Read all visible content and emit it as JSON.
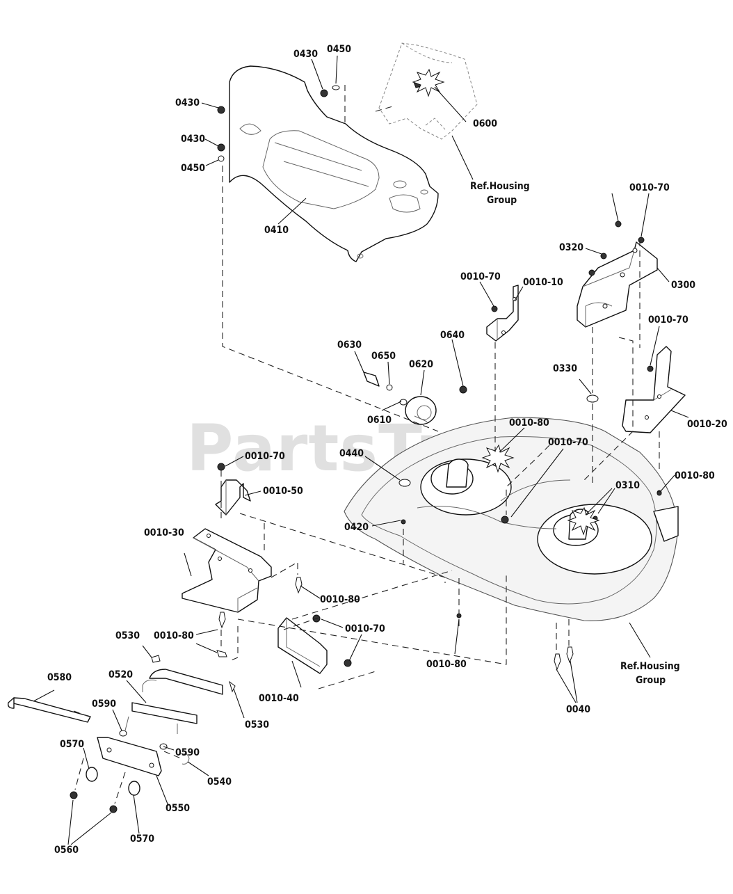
{
  "watermark": "PartsTree",
  "part_labels": {
    "p0410": "0410",
    "p0430_a": "0430",
    "p0450_a": "0450",
    "p0430_b": "0430",
    "p0430_c": "0430",
    "p0450_b": "0450",
    "p0600": "0600",
    "p0010_70_a": "0010-70",
    "p0320": "0320",
    "p0300": "0300",
    "p0010_70_b": "0010-70",
    "p0010_10": "0010-10",
    "p0630": "0630",
    "p0650": "0650",
    "p0620": "0620",
    "p0640": "0640",
    "p0610": "0610",
    "p0330": "0330",
    "p0010_70_c": "0010-70",
    "p0010_20": "0010-20",
    "p0010_80_a": "0010-80",
    "p0010_70_d": "0010-70",
    "p0440": "0440",
    "p0010_70_e": "0010-70",
    "p0310": "0310",
    "p0010_80_b": "0010-80",
    "p0010_50": "0010-50",
    "p0010_30": "0010-30",
    "p0420": "0420",
    "p0010_80_c": "0010-80",
    "p0010_80_d": "0010-80",
    "p0010_70_f": "0010-70",
    "p0530_a": "0530",
    "p0010_80_e": "0010-80",
    "p0010_40": "0010-40",
    "p0580": "0580",
    "p0520": "0520",
    "p0590_a": "0590",
    "p0530_b": "0530",
    "p0570_a": "0570",
    "p0590_b": "0590",
    "p0540": "0540",
    "p0550": "0550",
    "p0560": "0560",
    "p0570_b": "0570",
    "p0040": "0040"
  },
  "ref_labels": {
    "top_line1": "Ref.Housing",
    "top_line2": "Group",
    "bottom_line1": "Ref.Housing",
    "bottom_line2": "Group"
  }
}
